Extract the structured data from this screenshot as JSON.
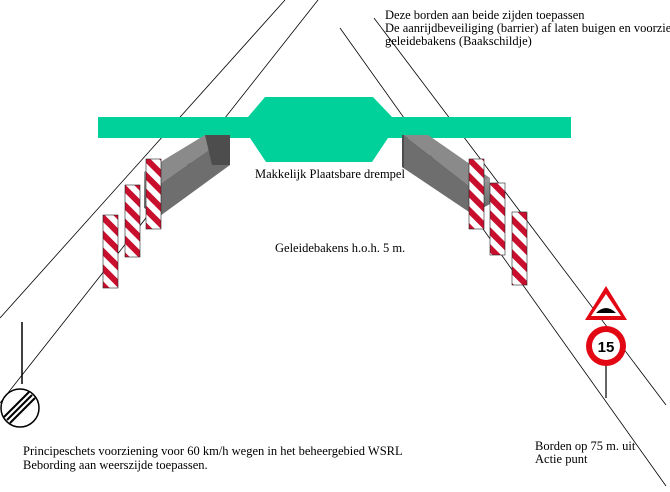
{
  "notes": {
    "top": [
      "Deze borden aan beide zijden toepassen",
      "De aanrijdbeveiliging (barrier) af laten buigen en voorzien van",
      "geleidebakens (Baakschildje)"
    ],
    "threshold": "Makkelijk Plaatsbare drempel",
    "spacing": "Geleidebakens h.o.h. 5 m.",
    "bottom_left": [
      "Principeschets voorziening voor 60 km/h wegen in het beheergebied WSRL",
      "Bebording aan weerszijde toepassen."
    ],
    "bottom_right": [
      "Borden op 75 m. uit",
      "Actie punt"
    ]
  },
  "signs": {
    "speed_limit": "15",
    "warning_icon": "speed-bump-warning-icon",
    "end_limit_icon": "end-of-restriction-icon"
  },
  "colors": {
    "threshold": "#00d19a",
    "barrier": "#7f7f7f",
    "bollard_red": "#c8102e",
    "sign_red": "#e30613",
    "road_line": "#000000"
  }
}
